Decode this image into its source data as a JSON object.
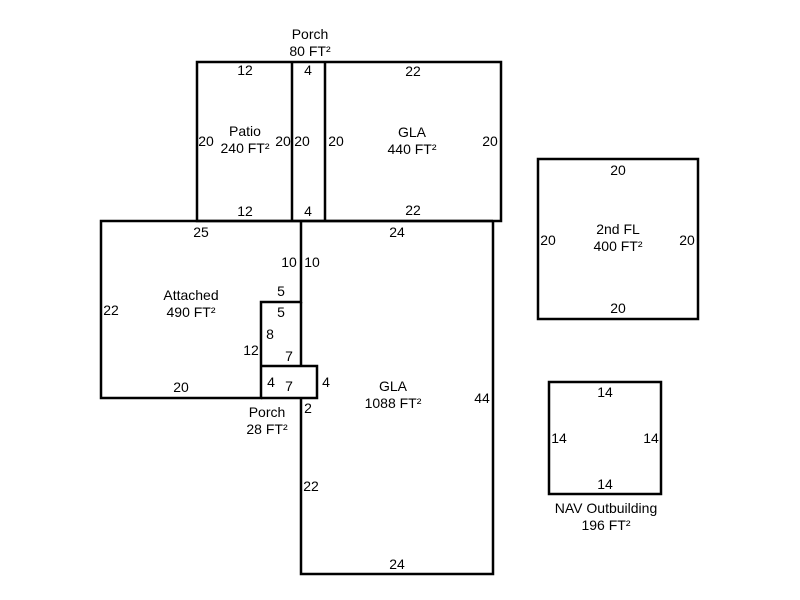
{
  "areas": {
    "porch_top": {
      "name": "Porch",
      "area": "80 FT²"
    },
    "patio": {
      "name": "Patio",
      "area": "240 FT²"
    },
    "gla_top": {
      "name": "GLA",
      "area": "440 FT²"
    },
    "attached": {
      "name": "Attached",
      "area": "490 FT²"
    },
    "porch_small": {
      "name": "Porch",
      "area": "28 FT²"
    },
    "gla_main": {
      "name": "GLA",
      "area": "1088 FT²"
    },
    "second_fl": {
      "name": "2nd FL",
      "area": "400 FT²"
    },
    "nav": {
      "name": "NAV Outbuilding",
      "area": "196 FT²"
    }
  },
  "dims": {
    "patio_top": "12",
    "patio_left": "20",
    "patio_right": "20",
    "patio_bottom": "12",
    "porch_top": "4",
    "porch_left": "20",
    "porch_bottom": "4",
    "gla_top_top": "22",
    "gla_top_left": "20",
    "gla_top_right": "20",
    "gla_top_bottom": "22",
    "att_top": "25",
    "att_left": "22",
    "att_bottom": "20",
    "att_r1": "10",
    "att_step": "5",
    "att_r2": "12",
    "gla_left1": "10",
    "gla_step": "5",
    "gla_left2": "8",
    "gla_porch_top": "7",
    "gla_porch_right": "4",
    "gla_below_porch": "2",
    "gla_left3": "22",
    "gla_top": "24",
    "gla_right": "44",
    "gla_bottom": "24",
    "porch_small_left": "4",
    "porch_small_bottom": "7",
    "fl2_top": "20",
    "fl2_left": "20",
    "fl2_right": "20",
    "fl2_bottom": "20",
    "nav_top": "14",
    "nav_left": "14",
    "nav_right": "14",
    "nav_bottom": "14"
  }
}
